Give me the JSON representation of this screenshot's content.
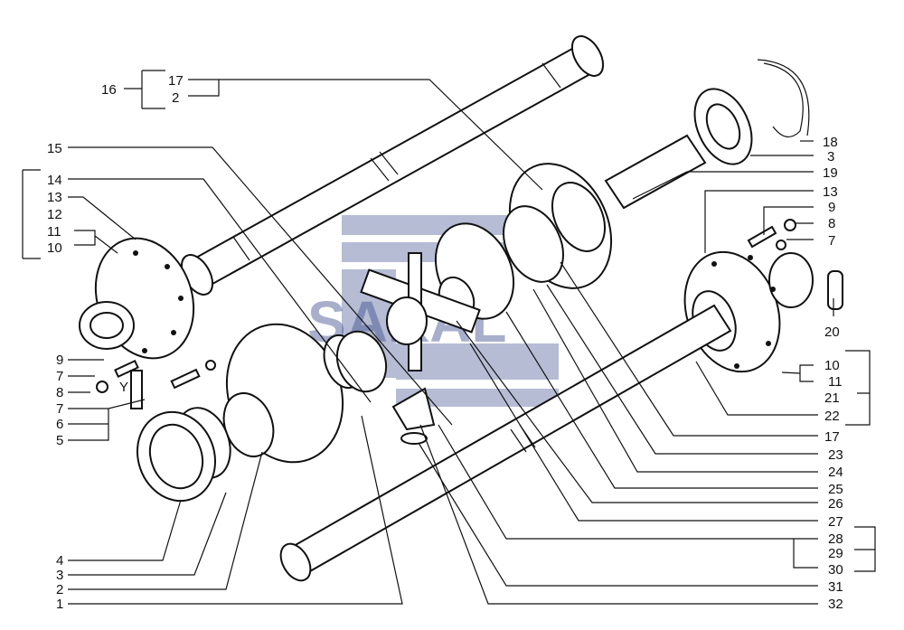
{
  "watermark": {
    "text": "SAKAL"
  },
  "callouts": {
    "c1": "1",
    "c2": "2",
    "c3": "3",
    "c4": "4",
    "c5": "5",
    "c6": "6",
    "c7": "7",
    "c8": "8",
    "c9": "9",
    "c10": "10",
    "c11": "11",
    "c12": "12",
    "c13": "13",
    "c14": "14",
    "c15": "15",
    "c16": "16",
    "c17": "17",
    "c18": "18",
    "c19": "19",
    "c20": "20",
    "c21": "21",
    "c22": "22",
    "c23": "23",
    "c24": "24",
    "c25": "25",
    "c26": "26",
    "c27": "27",
    "c28": "28",
    "c29": "29",
    "c30": "30",
    "c31": "31",
    "c32": "32",
    "cy": "Y"
  }
}
